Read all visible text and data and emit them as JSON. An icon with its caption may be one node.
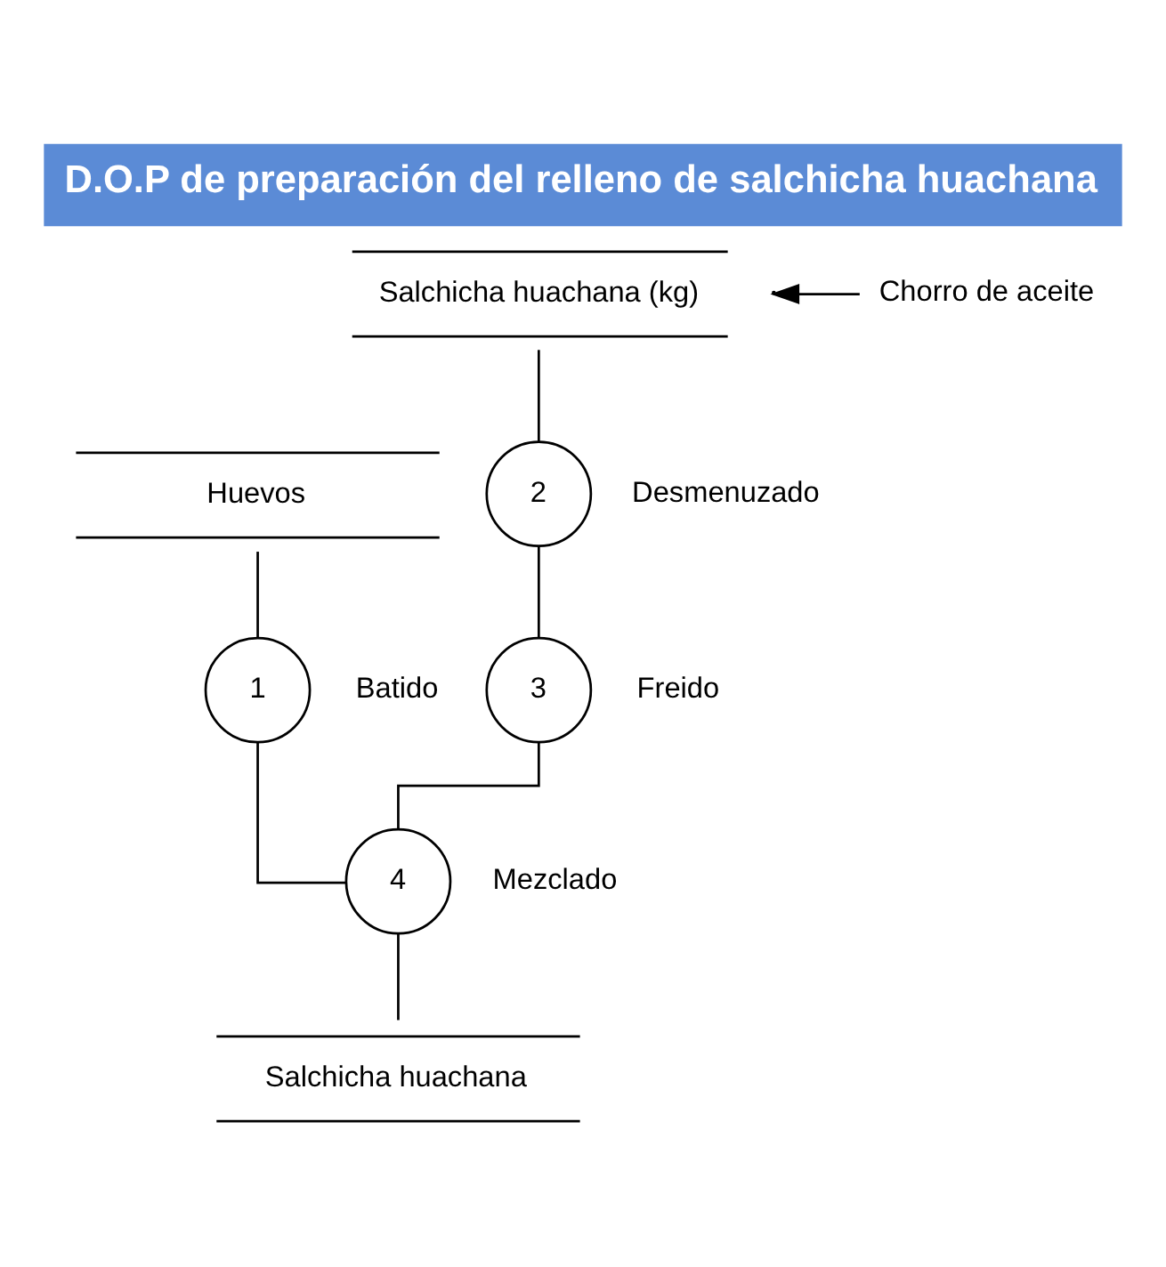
{
  "diagram": {
    "title": "D.O.P de preparación del relleno de salchicha huachana",
    "nodes": [
      {
        "text": [
          "Huevos"
        ]
      },
      {
        "text": [
          "Salchicha huachana (kg)"
        ]
      },
      {
        "text": [
          "1"
        ],
        "beside": [
          "Batido"
        ]
      },
      {
        "text": [
          "2"
        ],
        "beside": [
          "Desmenuzado"
        ]
      },
      {
        "text": [
          "Chorro de aceite"
        ]
      },
      {
        "text": [
          "3"
        ],
        "beside": [
          "Freido"
        ]
      },
      {
        "text": [
          "4"
        ],
        "beside": [
          "Mezclado"
        ]
      },
      {
        "text": [
          "Salchicha huachana"
        ]
      }
    ],
    "edges": [
      {
        "from": 0,
        "to": 2,
        "arrow": "none"
      },
      {
        "from": 1,
        "to": 3,
        "arrow": "none"
      },
      {
        "from": 3,
        "to": 5,
        "arrow": "none"
      },
      {
        "from": 4,
        "to": null,
        "arrow": "to"
      },
      {
        "from": 2,
        "to": 6,
        "arrow": "none"
      },
      {
        "from": 5,
        "to": 6,
        "arrow": "none"
      },
      {
        "from": 6,
        "to": 7,
        "arrow": "none"
      }
    ]
  }
}
